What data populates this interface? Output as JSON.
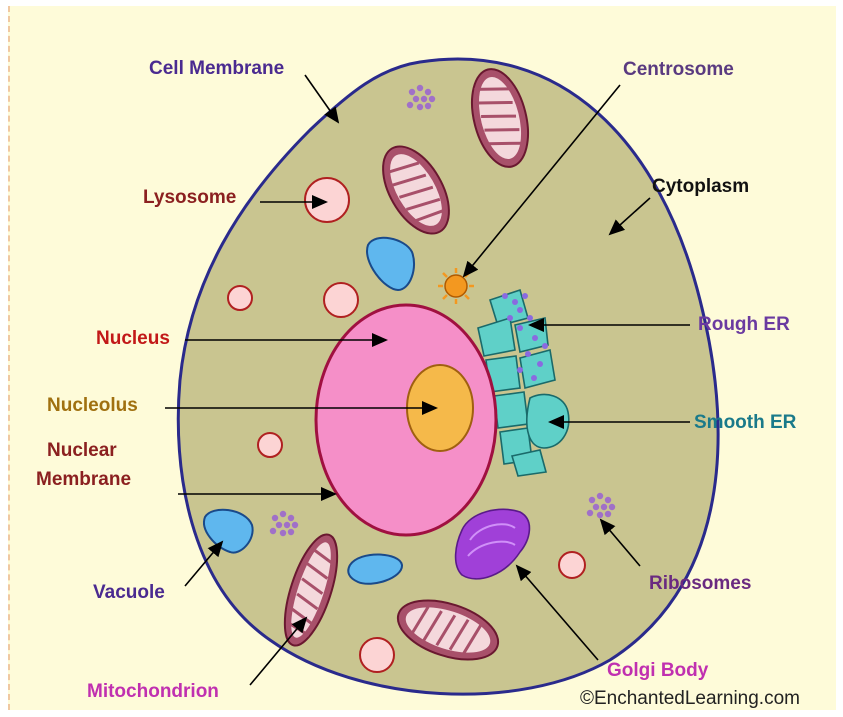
{
  "labels": {
    "cell_membrane": "Cell Membrane",
    "centrosome": "Centrosome",
    "lysosome": "Lysosome",
    "cytoplasm": "Cytoplasm",
    "nucleus": "Nucleus",
    "rough_er": "Rough ER",
    "nucleolus": "Nucleolus",
    "smooth_er": "Smooth ER",
    "nuclear_membrane_line1": "Nuclear",
    "nuclear_membrane_line2": "Membrane",
    "vacuole": "Vacuole",
    "ribosomes": "Ribosomes",
    "golgi_body": "Golgi Body",
    "mitochondrion": "Mitochondrion"
  },
  "credit": "©EnchantedLearning.com",
  "colors": {
    "background": "#fefbd9",
    "cytoplasm": "#c9c590",
    "cell_membrane": "#2a2a8c",
    "nucleus": "#f58fc8",
    "nucleolus": "#f5b94a",
    "lysosome": "#fcd4d4",
    "mitochondrion": "#a8506a",
    "vacuole": "#5fb7ee",
    "rough_er": "#5fd0c8",
    "golgi": "#a040d8",
    "ribosome": "#a070c8",
    "centrosome": "#f39820",
    "label_purple": "#4a2a90",
    "label_red": "#c21818",
    "label_brown": "#8b2020",
    "label_gold": "#a07010",
    "label_teal": "#1a7a8a",
    "label_magenta": "#c030b0"
  }
}
